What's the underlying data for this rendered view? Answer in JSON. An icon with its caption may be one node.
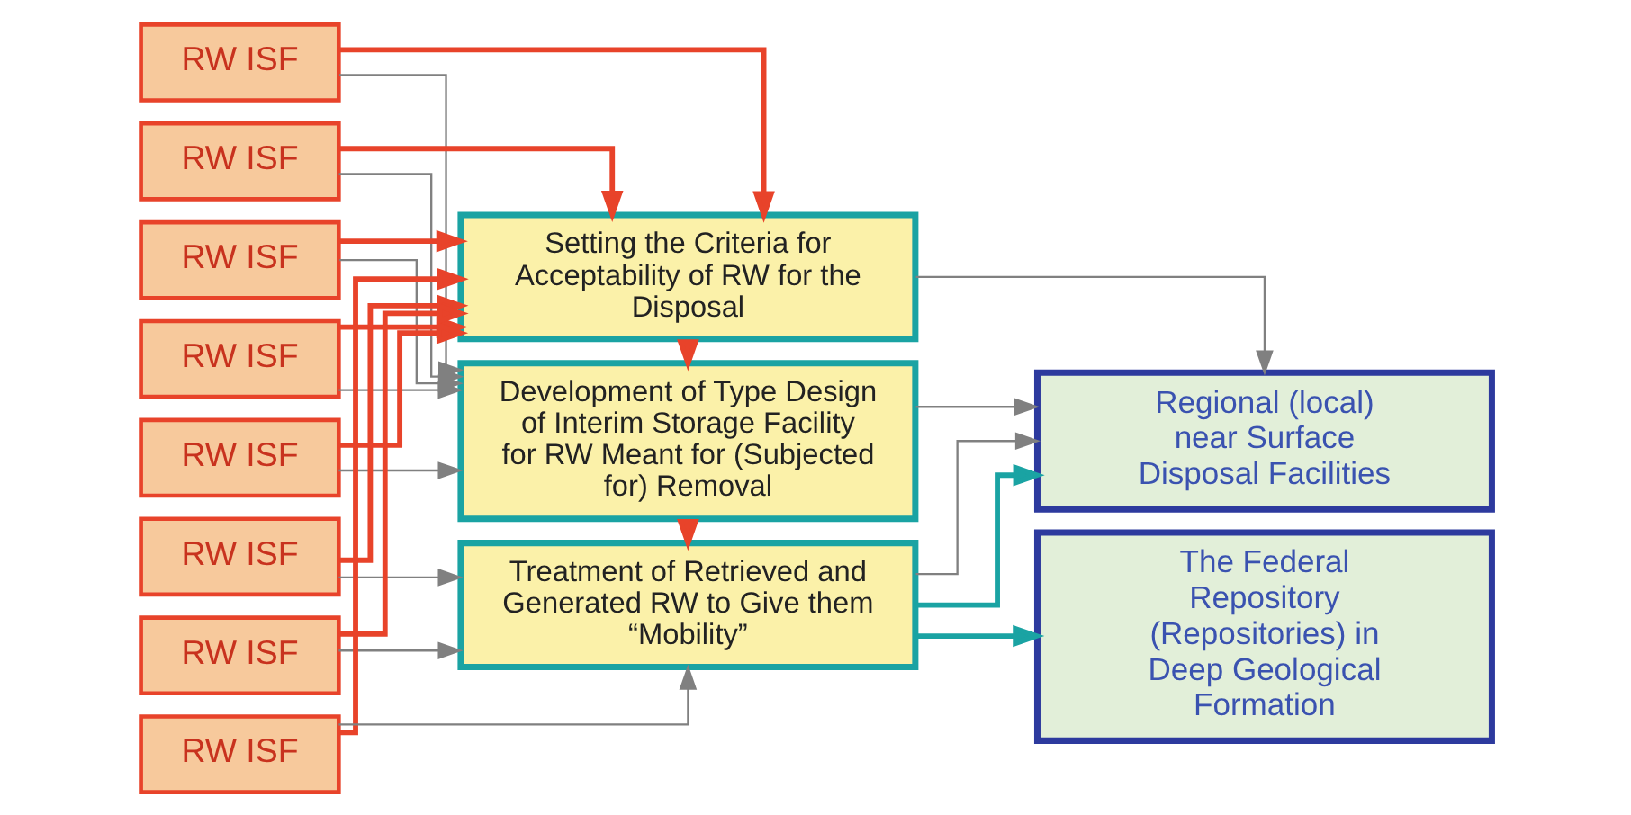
{
  "diagram": {
    "nodes": [
      {
        "text": [
          "RW ISF"
        ]
      },
      {
        "text": [
          "RW ISF"
        ]
      },
      {
        "text": [
          "RW ISF"
        ]
      },
      {
        "text": [
          "RW ISF"
        ]
      },
      {
        "text": [
          "RW ISF"
        ]
      },
      {
        "text": [
          "RW ISF"
        ]
      },
      {
        "text": [
          "RW ISF"
        ]
      },
      {
        "text": [
          "RW ISF"
        ]
      },
      {
        "text": [
          "Setting the Criteria for Acceptability of RW for the Disposal"
        ]
      },
      {
        "text": [
          "Development of Type Design of Interim Storage Facility for RW Meant for (Subjected for) Removal"
        ]
      },
      {
        "text": [
          "Treatment of Retrieved and Generated RW to Give them “Mobility”"
        ]
      },
      {
        "text": [
          "Regional (local) near Surface Disposal Facilities"
        ]
      },
      {
        "text": [
          "The Federal Repository (Repositories) in Deep Geological Formation"
        ]
      }
    ],
    "edges": [
      {
        "from": 0,
        "to": 8,
        "arrow": "to",
        "color": "#e8432a",
        "style": "thick"
      },
      {
        "from": 1,
        "to": 8,
        "arrow": "to",
        "color": "#e8432a",
        "style": "thick"
      },
      {
        "from": 2,
        "to": 8,
        "arrow": "to",
        "color": "#e8432a",
        "style": "thick"
      },
      {
        "from": 3,
        "to": 8,
        "arrow": "to",
        "color": "#e8432a",
        "style": "thick"
      },
      {
        "from": 4,
        "to": 8,
        "arrow": "to",
        "color": "#e8432a",
        "style": "thick"
      },
      {
        "from": 5,
        "to": 8,
        "arrow": "to",
        "color": "#e8432a",
        "style": "thick"
      },
      {
        "from": 6,
        "to": 8,
        "arrow": "to",
        "color": "#e8432a",
        "style": "thick"
      },
      {
        "from": 7,
        "to": 8,
        "arrow": "to",
        "color": "#e8432a",
        "style": "thick"
      },
      {
        "from": 0,
        "to": 9,
        "arrow": "to"
      },
      {
        "from": 1,
        "to": 9,
        "arrow": "to"
      },
      {
        "from": 2,
        "to": 9,
        "arrow": "to"
      },
      {
        "from": 3,
        "to": 9,
        "arrow": "to"
      },
      {
        "from": 4,
        "to": 9,
        "arrow": "to"
      },
      {
        "from": 5,
        "to": 10,
        "arrow": "to"
      },
      {
        "from": 6,
        "to": 10,
        "arrow": "to"
      },
      {
        "from": 7,
        "to": 10,
        "arrow": "to"
      },
      {
        "from": 8,
        "to": 9,
        "arrow": "to",
        "color": "#e8432a",
        "style": "thick"
      },
      {
        "from": 9,
        "to": 10,
        "arrow": "to",
        "color": "#e8432a",
        "style": "thick"
      },
      {
        "from": 8,
        "to": 11,
        "arrow": "to"
      },
      {
        "from": 9,
        "to": 11,
        "arrow": "to"
      },
      {
        "from": 10,
        "to": 11,
        "arrow": "to"
      },
      {
        "from": 10,
        "to": 11,
        "arrow": "to",
        "color": "#1aa3a3",
        "style": "thick"
      },
      {
        "from": 10,
        "to": 12,
        "arrow": "to",
        "color": "#1aa3a3",
        "style": "thick"
      }
    ]
  }
}
